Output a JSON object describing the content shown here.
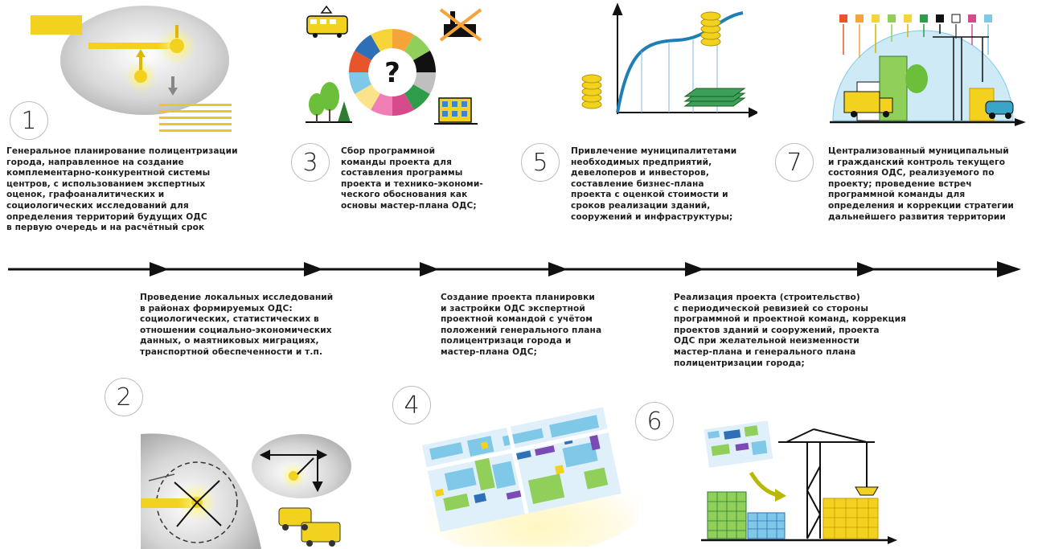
{
  "steps": [
    {
      "num": "1",
      "text": "Генеральное планирование полицентризации\nгорода, направленное на создание\nкомплементарно-конкурентной системы\nцентров, с использованием экспертных\nоценок, графоаналитических и\nсоциологических исследований для\nопределения территорий будущих ОДС\nв первую очередь и на расчётный срок"
    },
    {
      "num": "2",
      "text": "Проведение локальных исследований\nв районах формируемых ОДС:\nсоциологических, статистических в\nотношении социально-экономических\nданных, о маятниковых миграциях,\nтранспортной обеспеченности и т.п."
    },
    {
      "num": "3",
      "text": "Сбор программной\nкоманды проекта для\nсоставления программы\nпроекта и технико-экономи-\nческого обоснования  как\nосновы мастер-плана ОДС;"
    },
    {
      "num": "4",
      "text": "Создание проекта планировки\nи застройки ОДС экспертной\nпроектной командой с учётом\nположений генерального плана\nполицентризаци города и\nмастер-плана ОДС;"
    },
    {
      "num": "5",
      "text": "Привлечение муниципалитетами\nнеобходимых предприятий,\nдевелоперов и инвесторов,\nсоставление бизнес-плана\nпроекта с оценкой стоимости и\nсроков реализации зданий,\nсооружений и инфраструктуры;"
    },
    {
      "num": "6",
      "text": "Реализация проекта (строительство)\nс периодической ревизией со стороны\nпрограммной и проектной команд, коррекция\nпроектов зданий и сооружений, проекта\nОДС при желательной неизменности\nмастер-плана и генерального плана\nполицентризации города;"
    },
    {
      "num": "7",
      "text": "Централизованный муниципальный\nи гражданский контроль текущего\nсостояния ОДС, реализуемого по\nпроекту; проведение встреч\nпрограммной команды для\nопределения и коррекции стратегии\nдальнейшего развития территории"
    }
  ],
  "wheel_symbol": "?",
  "colors": {
    "accent_yellow": "#f2d21e",
    "wheel": [
      "#f6a33a",
      "#f7d43a",
      "#8fcf5a",
      "#2e9d4a",
      "#d64a8c",
      "#ef7fb4",
      "#7fc8e8",
      "#2f6fb6",
      "#111111",
      "#bfbfbf",
      "#e8542c",
      "#fbe38c"
    ]
  }
}
